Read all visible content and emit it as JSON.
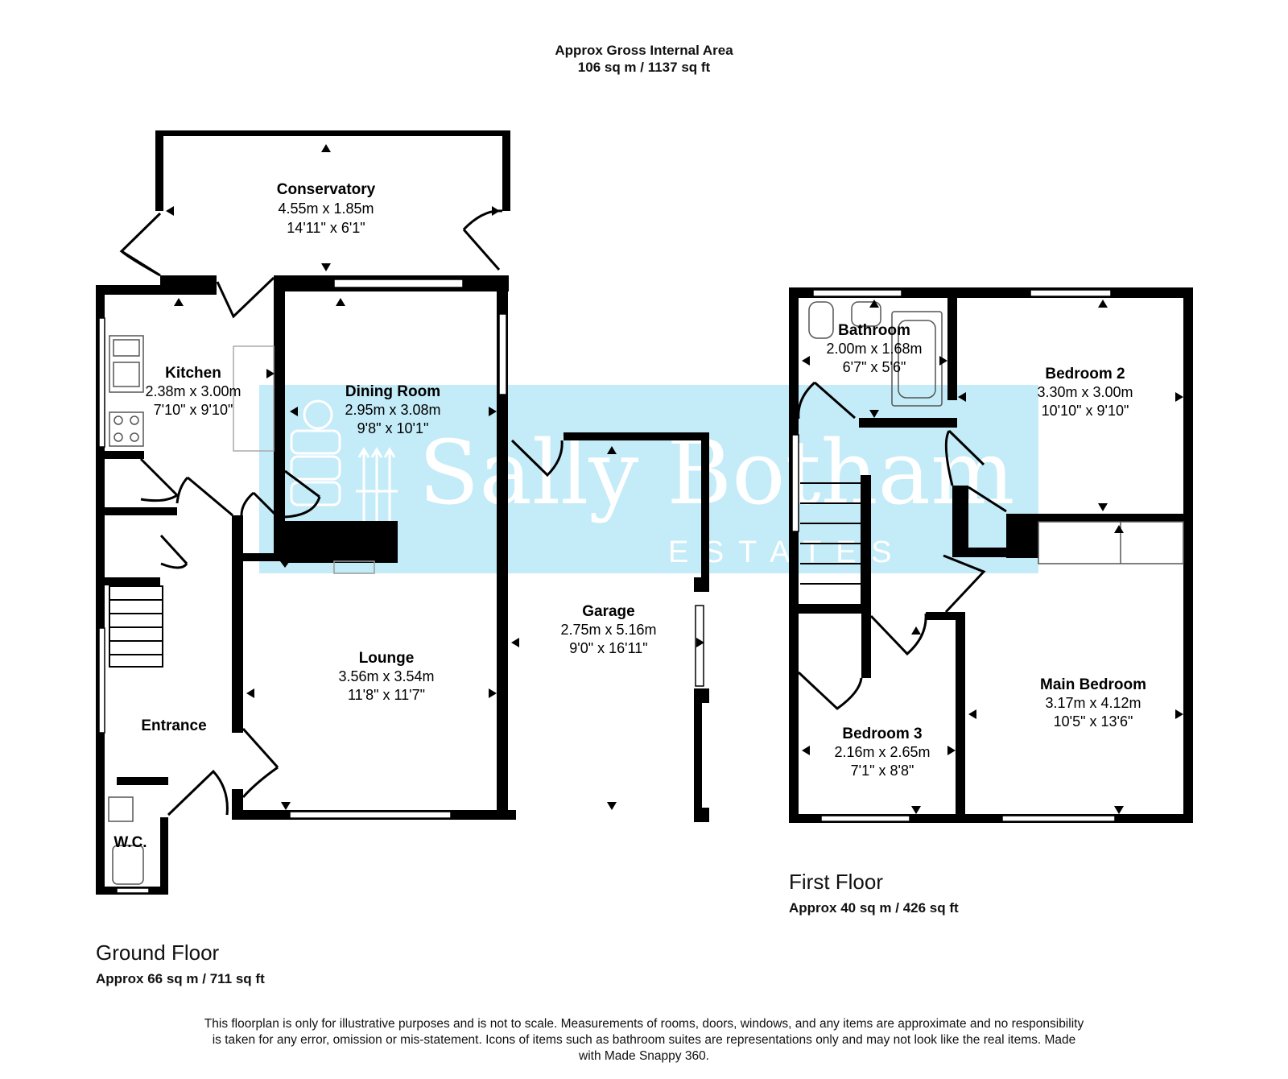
{
  "header": {
    "title": "Approx Gross Internal Area",
    "area": "106 sq m / 1137 sq ft"
  },
  "watermark": {
    "name": "Sally Botham",
    "sub": "E S T A T E S",
    "color": "#bfe9f7"
  },
  "colors": {
    "wall": "#000000",
    "window": "#ffffff"
  },
  "floors": {
    "ground": {
      "label": "Ground Floor",
      "area": "Approx 66 sq m / 711 sq ft"
    },
    "first": {
      "label": "First Floor",
      "area": "Approx 40 sq m / 426 sq ft"
    }
  },
  "rooms": {
    "conservatory": {
      "name": "Conservatory",
      "metric": "4.55m x 1.85m",
      "imperial": "14'11\" x 6'1\""
    },
    "kitchen": {
      "name": "Kitchen",
      "metric": "2.38m x 3.00m",
      "imperial": "7'10\" x 9'10\""
    },
    "dining": {
      "name": "Dining Room",
      "metric": "2.95m x 3.08m",
      "imperial": "9'8\" x 10'1\""
    },
    "lounge": {
      "name": "Lounge",
      "metric": "3.56m x 3.54m",
      "imperial": "11'8\" x 11'7\""
    },
    "garage": {
      "name": "Garage",
      "metric": "2.75m x 5.16m",
      "imperial": "9'0\" x 16'11\""
    },
    "entrance": {
      "name": "Entrance"
    },
    "wc": {
      "name": "W.C."
    },
    "bathroom": {
      "name": "Bathroom",
      "metric": "2.00m x 1.68m",
      "imperial": "6'7\" x 5'6\""
    },
    "bedroom2": {
      "name": "Bedroom 2",
      "metric": "3.30m x 3.00m",
      "imperial": "10'10\" x 9'10\""
    },
    "bedroom3": {
      "name": "Bedroom 3",
      "metric": "2.16m x 2.65m",
      "imperial": "7'1\" x 8'8\""
    },
    "main_bedroom": {
      "name": "Main Bedroom",
      "metric": "3.17m x 4.12m",
      "imperial": "10'5\" x 13'6\""
    }
  },
  "disclaimer": "This floorplan is only for illustrative purposes and is not to scale. Measurements of rooms, doors, windows, and any items are approximate and no responsibility is taken for any error, omission or mis-statement. Icons of items such as bathroom suites are representations only and may not look like the real items. Made with Made Snappy 360."
}
